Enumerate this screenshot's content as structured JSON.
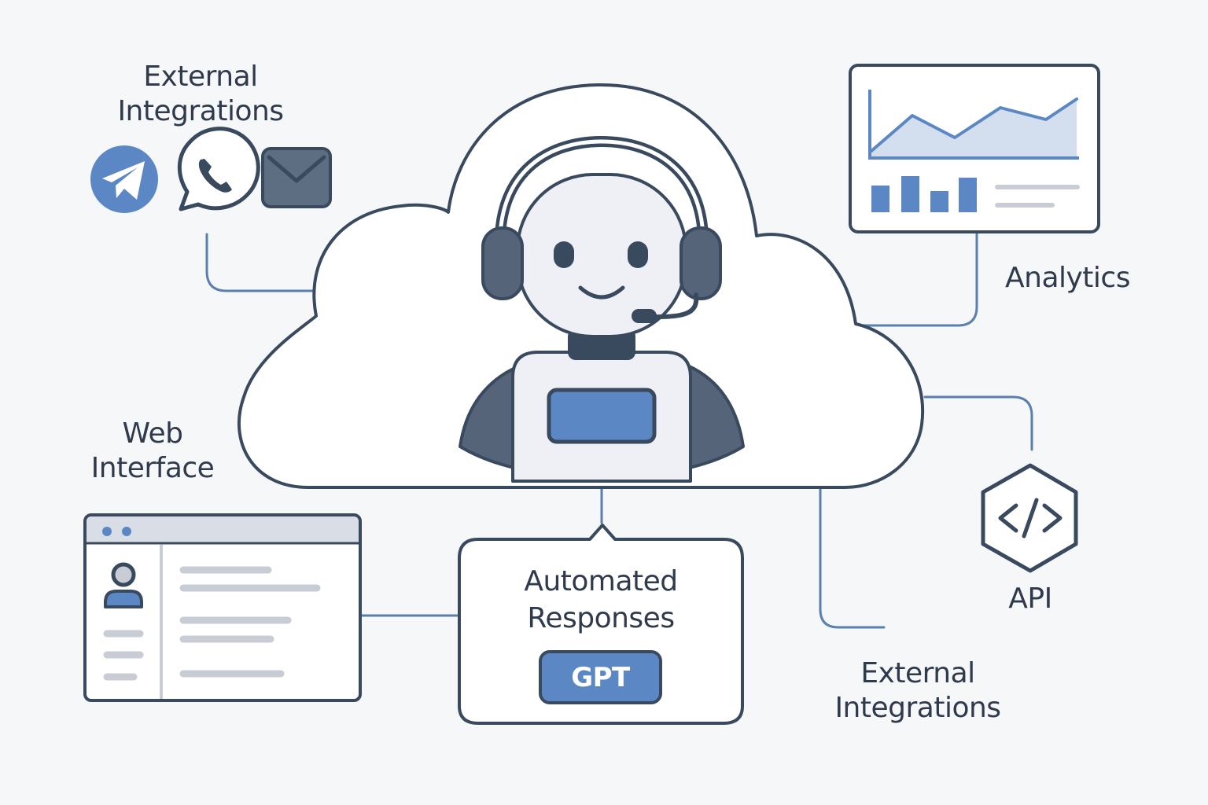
{
  "labels": {
    "external_integrations_top": [
      "External",
      "Integrations"
    ],
    "analytics": "Analytics",
    "web_interface": [
      "Web",
      "Interface"
    ],
    "automated_responses": [
      "Automated",
      "Responses"
    ],
    "gpt_badge": "GPT",
    "api": "API",
    "external_integrations_bottom": [
      "External",
      "Integrations"
    ]
  },
  "icons": {
    "messaging": [
      "telegram-icon",
      "whatsapp-icon",
      "mail-icon"
    ],
    "central": "support-robot-headset-icon",
    "api": "code-hexagon-icon",
    "dashboard": "analytics-dashboard-icon",
    "web": "web-window-icon"
  },
  "colors": {
    "background": "#f6f7f9",
    "stroke": "#3a4a5e",
    "accent_blue": "#5b88c4",
    "light_blue": "#d3deee",
    "gray_line": "#c8ccd5",
    "robot_dark": "#56647a",
    "robot_light": "#e6e9f0"
  }
}
